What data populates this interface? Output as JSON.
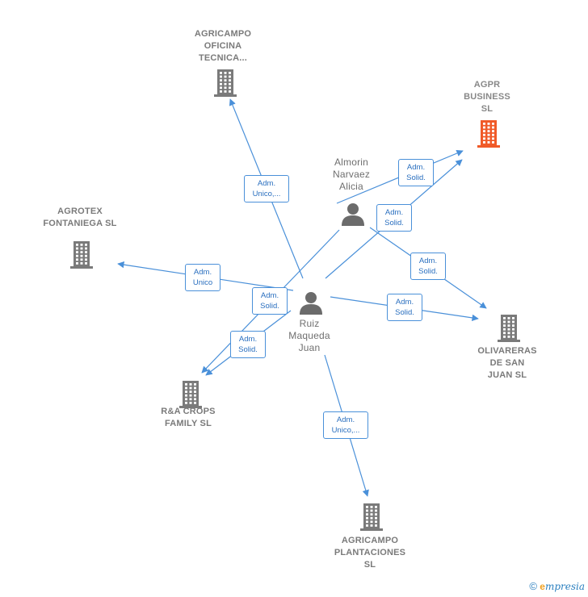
{
  "colors": {
    "edge": "#4a90d9",
    "company_icon": "#7a7a7a",
    "focus_company_icon": "#f05a28",
    "person_icon": "#6b6b6b"
  },
  "nodes": [
    {
      "id": "agricampo_oficina",
      "kind": "company",
      "label": "AGRICAMPO\nOFICINA\nTECNICA..."
    },
    {
      "id": "agpr_business",
      "kind": "company",
      "focus": true,
      "label": "AGPR\nBUSINESS\nSL"
    },
    {
      "id": "agrotex",
      "kind": "company",
      "label": "AGROTEX\nFONTANIEGA SL"
    },
    {
      "id": "almorin",
      "kind": "person",
      "label": "Almorin\nNarvaez\nAlicia"
    },
    {
      "id": "ruiz",
      "kind": "person",
      "label": "Ruiz\nMaqueda\nJuan"
    },
    {
      "id": "olivareras",
      "kind": "company",
      "label": "OLIVARERAS\nDE SAN\nJUAN SL"
    },
    {
      "id": "ra_crops",
      "kind": "company",
      "label": "R&A CROPS\nFAMILY SL"
    },
    {
      "id": "agricampo_plantaciones",
      "kind": "company",
      "label": "AGRICAMPO\nPLANTACIONES\nSL"
    }
  ],
  "edges": [
    {
      "from": "ruiz",
      "to": "agricampo_oficina",
      "label": "Adm.\nUnico,..."
    },
    {
      "from": "almorin",
      "to": "agpr_business",
      "label": "Adm.\nSolid."
    },
    {
      "from": "ruiz",
      "to": "agpr_business",
      "label": "Adm.\nSolid."
    },
    {
      "from": "ruiz",
      "to": "agrotex",
      "label": "Adm.\nUnico"
    },
    {
      "from": "almorin",
      "to": "olivareras",
      "label": "Adm.\nSolid."
    },
    {
      "from": "ruiz",
      "to": "olivareras",
      "label": "Adm.\nSolid."
    },
    {
      "from": "almorin",
      "to": "ra_crops",
      "label": "Adm.\nSolid."
    },
    {
      "from": "ruiz",
      "to": "ra_crops",
      "label": "Adm.\nSolid."
    },
    {
      "from": "ruiz",
      "to": "agricampo_plantaciones",
      "label": "Adm.\nUnico,..."
    }
  ],
  "footer": {
    "copyright": "©",
    "brand_initial": "e",
    "brand_rest": "mpresia"
  }
}
